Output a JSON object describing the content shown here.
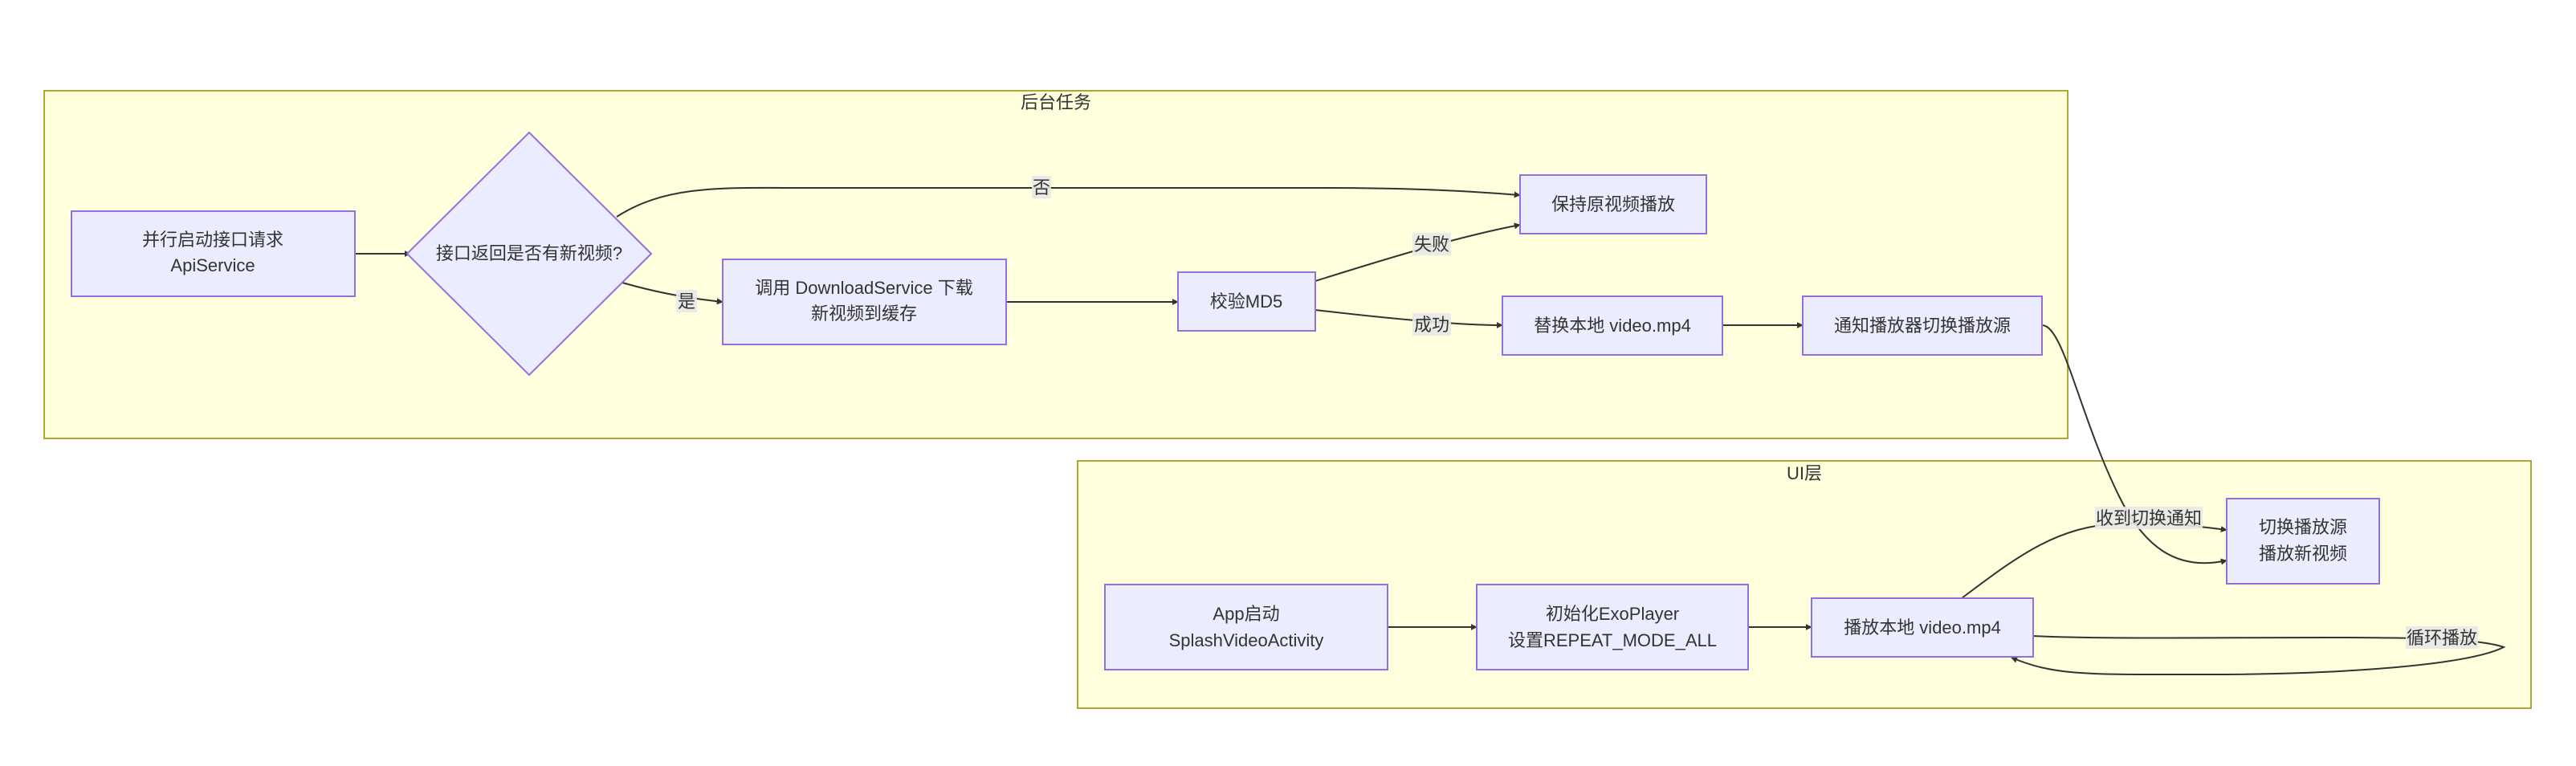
{
  "clusters": {
    "background": {
      "title": "后台任务"
    },
    "ui": {
      "title": "UI层"
    }
  },
  "nodes": {
    "api": {
      "line1": "并行启动接口请求",
      "line2": "ApiService"
    },
    "decision": {
      "line1": "接口返回是否有新视频?"
    },
    "download": {
      "line1": "调用 DownloadService 下载",
      "line2": "新视频到缓存"
    },
    "md5": {
      "line1": "校验MD5"
    },
    "keep": {
      "line1": "保持原视频播放"
    },
    "replace": {
      "line1": "替换本地 video.mp4"
    },
    "notify": {
      "line1": "通知播放器切换播放源"
    },
    "app": {
      "line1": "App启动",
      "line2": "SplashVideoActivity"
    },
    "init": {
      "line1": "初始化ExoPlayer",
      "line2": "设置REPEAT_MODE_ALL"
    },
    "play": {
      "line1": "播放本地 video.mp4"
    },
    "switch": {
      "line1": "切换播放源",
      "line2": "播放新视频"
    }
  },
  "edges": {
    "no": "否",
    "yes": "是",
    "fail": "失败",
    "success": "成功",
    "received": "收到切换通知",
    "loop": "循环播放"
  },
  "colors": {
    "cluster_fill": "#ffffde",
    "cluster_stroke": "#aaaa33",
    "node_fill": "#ececff",
    "node_stroke": "#9370db",
    "edge": "#333333"
  }
}
